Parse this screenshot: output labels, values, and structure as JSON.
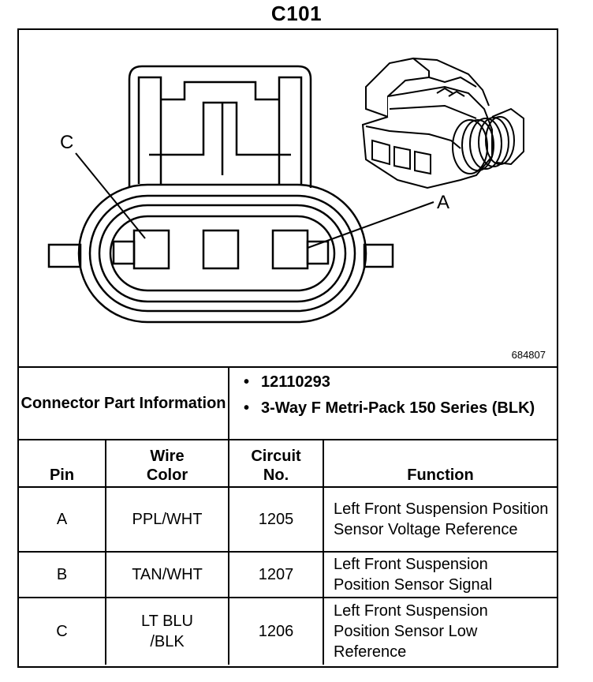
{
  "title": "C101",
  "figure": {
    "id": "684807",
    "callouts": {
      "a": "A",
      "c": "C"
    }
  },
  "connector_info": {
    "label": "Connector Part Information",
    "items": [
      "12110293",
      "3-Way F Metri-Pack 150 Series (BLK)"
    ]
  },
  "columns": {
    "pin": "Pin",
    "wire_color": "Wire Color",
    "circuit": "Circuit No.",
    "function": "Function"
  },
  "rows": [
    {
      "pin": "A",
      "wire_color": "PPL/WHT",
      "circuit": "1205",
      "function": "Left Front Suspension Position Sensor Voltage Reference"
    },
    {
      "pin": "B",
      "wire_color": "TAN/WHT",
      "circuit": "1207",
      "function": "Left Front Suspension Position Sensor Signal"
    },
    {
      "pin": "C",
      "wire_color": "LT BLU /BLK",
      "circuit": "1206",
      "function": "Left Front Suspension Position Sensor Low Reference"
    }
  ]
}
